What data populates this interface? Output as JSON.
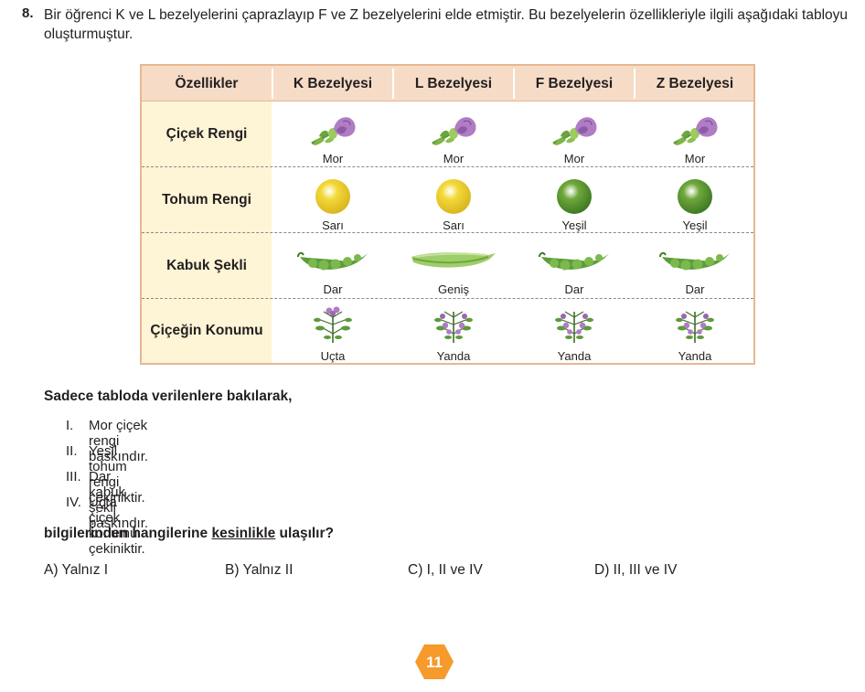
{
  "question": {
    "number": "8.",
    "text": "Bir öğrenci K ve L bezelyelerini çaprazlayıp F ve Z bezelyelerini elde etmiştir. Bu bezelyelerin özellikleriyle ilgili aşağıdaki tabloyu oluşturmuştur."
  },
  "table": {
    "headers": [
      "Özellikler",
      "K Bezelyesi",
      "L Bezelyesi",
      "F Bezelyesi",
      "Z Bezelyesi"
    ],
    "rows": [
      {
        "label": "Çiçek Rengi",
        "icon": "purple-flower-icon",
        "values": [
          "Mor",
          "Mor",
          "Mor",
          "Mor"
        ]
      },
      {
        "label": "Tohum Rengi",
        "icon": "pea-seed-icon",
        "values": [
          "Sarı",
          "Sarı",
          "Yeşil",
          "Yeşil"
        ]
      },
      {
        "label": "Kabuk Şekli",
        "icon": "pea-pod-icon",
        "values": [
          "Dar",
          "Geniş",
          "Dar",
          "Dar"
        ]
      },
      {
        "label": "Çiçeğin Konumu",
        "icon": "pea-plant-icon",
        "values": [
          "Uçta",
          "Yanda",
          "Yanda",
          "Yanda"
        ]
      }
    ],
    "colors": {
      "header_bg": "#f6dcc6",
      "label_col_bg": "#fdf5d6",
      "border": "#e7b792",
      "yellow_seed": "#f4d93a",
      "green_seed": "#6fa83a",
      "flower": "#b07cc4"
    }
  },
  "prompt": "Sadece tabloda verilenlere bakılarak,",
  "statements": [
    {
      "num": "I.",
      "text": "Mor çiçek rengi baskındır."
    },
    {
      "num": "II.",
      "text": "Yeşil tohum rengi çekiniktir."
    },
    {
      "num": "III.",
      "text": "Dar kabuk şekli baskındır."
    },
    {
      "num": "IV.",
      "text": "Uçta çiçek konumu çekiniktir."
    }
  ],
  "final_question": {
    "pre": "bilgilerinden hangilerine ",
    "emph": "kesinlikle",
    "post": " ulaşılır?"
  },
  "options": [
    "A) Yalnız I",
    "B) Yalnız II",
    "C) I, II ve IV",
    "D) II, III ve IV"
  ],
  "page_number": "11",
  "accent_color": "#f59a2b"
}
